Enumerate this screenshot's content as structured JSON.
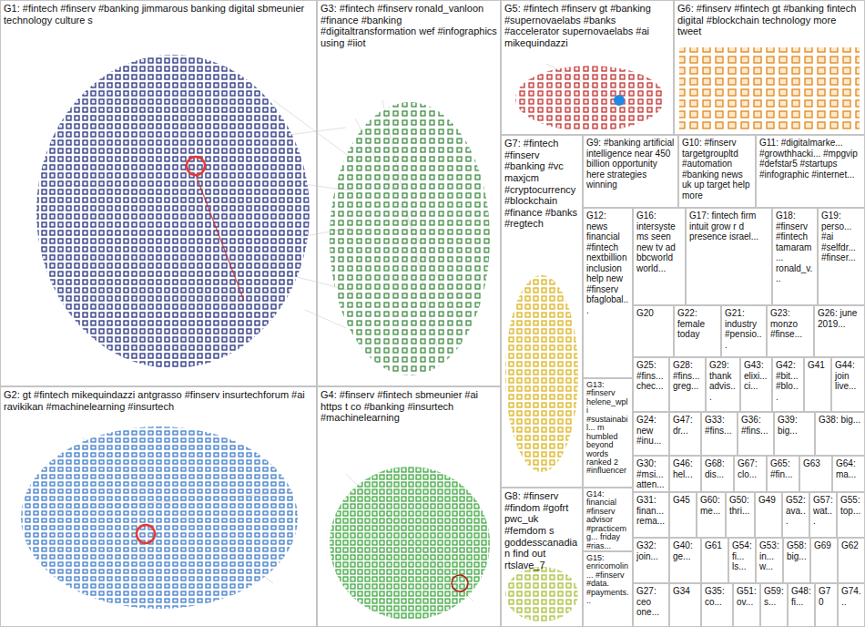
{
  "diagram": {
    "nodes": [
      {
        "text": [
          "G1: #fintech #finserv #banking jimmarous banking digital sbmeunier technology culture s"
        ]
      },
      {
        "text": [
          "G3: #fintech #finserv ronald_vanloon #finance #banking #digitaltransformation wef #infographics using #iiot"
        ]
      },
      {
        "text": [
          "G5: #fintech #finserv gt #banking #supernovaelabs #banks #accelerator supernovaelabs #ai mikequindazzi"
        ]
      },
      {
        "text": [
          "G6: #finserv #fintech gt #banking fintech digital #blockchain technology more tweet"
        ]
      },
      {
        "text": [
          "G7: #fintech #finserv #banking #vc maxjcm #cryptocurrency #blockchain #finance #banks #regtech"
        ]
      },
      {
        "text": [
          "G9: #banking artificial intelligence near 450 billion opportunity here strategies winning"
        ]
      },
      {
        "text": [
          "G10: #finserv targetgroupltd #automation #banking news uk up target help more"
        ]
      },
      {
        "text": [
          "G11: #digitalmarke... #growthhacki... #mpgvip #defstar5 #startups #infographic #internet..."
        ]
      },
      {
        "text": [
          "G12: news financial #fintech nextbillion inclusion help new #finserv bfaglobal..."
        ]
      },
      {
        "text": [
          "G16: intersystems seen new tv ad bbcworld world..."
        ]
      },
      {
        "text": [
          "G17: fintech firm intuit grow r d presence israel..."
        ]
      },
      {
        "text": [
          "G18: #finserv #fintech tamaram... ronald_v..."
        ]
      },
      {
        "text": [
          "G19: perso... #ai #selfdr... #finser..."
        ]
      },
      {
        "text": [
          "G20"
        ]
      },
      {
        "text": [
          "G22: female today"
        ]
      },
      {
        "text": [
          "G21: industry #pensio..."
        ]
      },
      {
        "text": [
          "G23: monzo #finse..."
        ]
      },
      {
        "text": [
          "G26: june 2019..."
        ]
      },
      {
        "text": [
          "G13: #finserv helene_wpli #sustainabil... m humbled beyond words ranked 2 #influencer"
        ]
      },
      {
        "text": [
          "G25: #fins... chec..."
        ]
      },
      {
        "text": [
          "G28: #fins... greg..."
        ]
      },
      {
        "text": [
          "G29: thank advis..."
        ]
      },
      {
        "text": [
          "G43: elixi... ci..."
        ]
      },
      {
        "text": [
          "G42: #bit... #blo..."
        ]
      },
      {
        "text": [
          "G41"
        ]
      },
      {
        "text": [
          "G44: join live..."
        ]
      },
      {
        "text": [
          "G24: new #inu..."
        ]
      },
      {
        "text": [
          "G47: dr..."
        ]
      },
      {
        "text": [
          "G33: #fins..."
        ]
      },
      {
        "text": [
          "G36: #fins..."
        ]
      },
      {
        "text": [
          "G39: big..."
        ]
      },
      {
        "text": [
          "G38: big..."
        ]
      },
      {
        "text": [
          "G30: #msi... atten..."
        ]
      },
      {
        "text": [
          "G46: hel..."
        ]
      },
      {
        "text": [
          "G68: dis..."
        ]
      },
      {
        "text": [
          "G67: clo..."
        ]
      },
      {
        "text": [
          "G65: #fin..."
        ]
      },
      {
        "text": [
          "G63"
        ]
      },
      {
        "text": [
          "G64: ma..."
        ]
      },
      {
        "text": [
          "G2: gt #fintech mikequindazzi antgrasso #finserv insurtechforum #ai ravikikan #machinelearning #insurtech"
        ]
      },
      {
        "text": [
          "G4: #finserv #fintech sbmeunier #ai https t co #banking #insurtech #machinelearning"
        ]
      },
      {
        "text": [
          "G8: #finserv #findom #gofrt pwc_uk #femdom s goddesscanadian find out rtslave_7"
        ]
      },
      {
        "text": [
          "G14: financial #finserv advisor #practicemg... friday #rias..."
        ]
      },
      {
        "text": [
          "G31: finan... rema..."
        ]
      },
      {
        "text": [
          "G45"
        ]
      },
      {
        "text": [
          "G60: me..."
        ]
      },
      {
        "text": [
          "G50: thri..."
        ]
      },
      {
        "text": [
          "G49"
        ]
      },
      {
        "text": [
          "G52: ava..."
        ]
      },
      {
        "text": [
          "G57: wat..."
        ]
      },
      {
        "text": [
          "G55: top..."
        ]
      },
      {
        "text": [
          "G32: join..."
        ]
      },
      {
        "text": [
          "G40: ge..."
        ]
      },
      {
        "text": [
          "G61"
        ]
      },
      {
        "text": [
          "G54: fi... ls..."
        ]
      },
      {
        "text": [
          "G53: in... w..."
        ]
      },
      {
        "text": [
          "G58: big..."
        ]
      },
      {
        "text": [
          "G69"
        ]
      },
      {
        "text": [
          "G62"
        ]
      },
      {
        "text": [
          "G15: enricomolin... #finserv #data. #payments..."
        ]
      },
      {
        "text": [
          "G27: ceo one..."
        ]
      },
      {
        "text": [
          "G34"
        ]
      },
      {
        "text": [
          "G35: co..."
        ]
      },
      {
        "text": [
          "G51: ov..."
        ]
      },
      {
        "text": [
          "G59: s..."
        ]
      },
      {
        "text": [
          "G48: fi..."
        ]
      },
      {
        "text": [
          "G70"
        ]
      },
      {
        "text": [
          "G74..."
        ]
      }
    ]
  }
}
